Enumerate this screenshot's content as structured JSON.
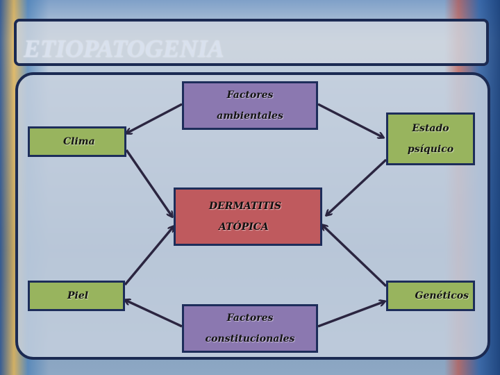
{
  "title": "ETIOPATOGENIA",
  "nodes": {
    "factores_ambientales": [
      "Factores",
      "ambientales"
    ],
    "clima": "Clima",
    "estado_psiquico": [
      "Estado",
      "psíquico"
    ],
    "dermatitis": [
      "DERMATITIS",
      "ATÓPICA"
    ],
    "piel": "Piel",
    "geneticos": "Genéticos",
    "factores_constitucionales": [
      "Factores",
      "constitucionales"
    ]
  },
  "colors": {
    "purple": "#8b78b0",
    "green": "#98b45e",
    "red": "#bf5a5e",
    "border": "#1d2d5a"
  }
}
